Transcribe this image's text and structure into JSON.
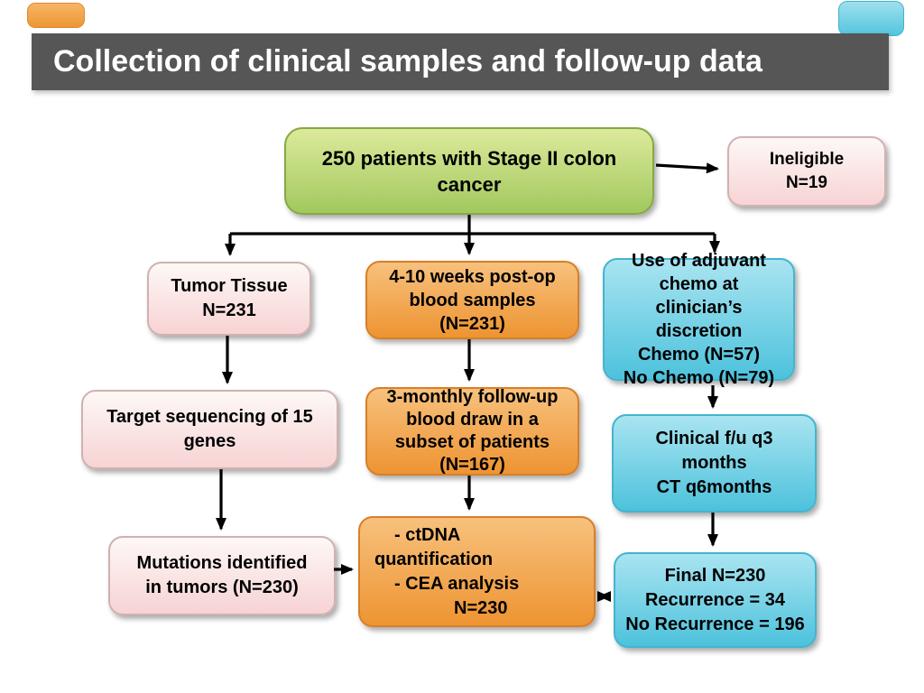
{
  "title": {
    "text": "Collection of clinical samples and follow-up data"
  },
  "colors": {
    "title-bg": "#565656",
    "title-fg": "#ffffff",
    "green-top": "#dcea9b",
    "green-bottom": "#a2c85e",
    "green-border": "#85a944",
    "pink-top": "#fdf8f6",
    "pink-bottom": "#f7d3d4",
    "pink-border": "#cfb2b0",
    "orange-top": "#f7c17d",
    "orange-bottom": "#ee9432",
    "orange-border": "#d87f28",
    "cyan-top": "#a9e4f1",
    "cyan-bottom": "#4dc2dc",
    "cyan-border": "#44b4cf",
    "arrow": "#000000"
  },
  "boxes": {
    "start": {
      "lines": [
        "250 patients with Stage II colon",
        "cancer"
      ]
    },
    "ineligible": {
      "lines": [
        "Ineligible",
        "N=19"
      ]
    },
    "tumor_tissue": {
      "lines": [
        "Tumor Tissue",
        "N=231"
      ]
    },
    "postop_blood": {
      "lines": [
        "4-10 weeks post-op",
        "blood samples",
        "(N=231)"
      ]
    },
    "adjuvant_chemo": {
      "lines": [
        "Use of adjuvant",
        "chemo at",
        "clinician’s",
        "discretion",
        "Chemo (N=57)",
        "No Chemo (N=79)"
      ]
    },
    "target_sequencing": {
      "lines": [
        "Target sequencing of 15",
        "genes"
      ]
    },
    "followup_blood": {
      "lines": [
        "3-monthly follow-up",
        "blood draw in a",
        "subset of patients",
        "(N=167)"
      ]
    },
    "clinical_followup": {
      "lines": [
        "Clinical f/u q3",
        "months",
        "CT q6months"
      ]
    },
    "mutations": {
      "lines": [
        "Mutations identified",
        "in tumors (N=230)"
      ]
    },
    "ctdna": {
      "lines": [
        "- ctDNA",
        "quantification",
        "- CEA analysis",
        "N=230"
      ]
    },
    "final": {
      "lines": [
        "Final N=230",
        "Recurrence = 34",
        "No Recurrence = 196"
      ]
    }
  }
}
